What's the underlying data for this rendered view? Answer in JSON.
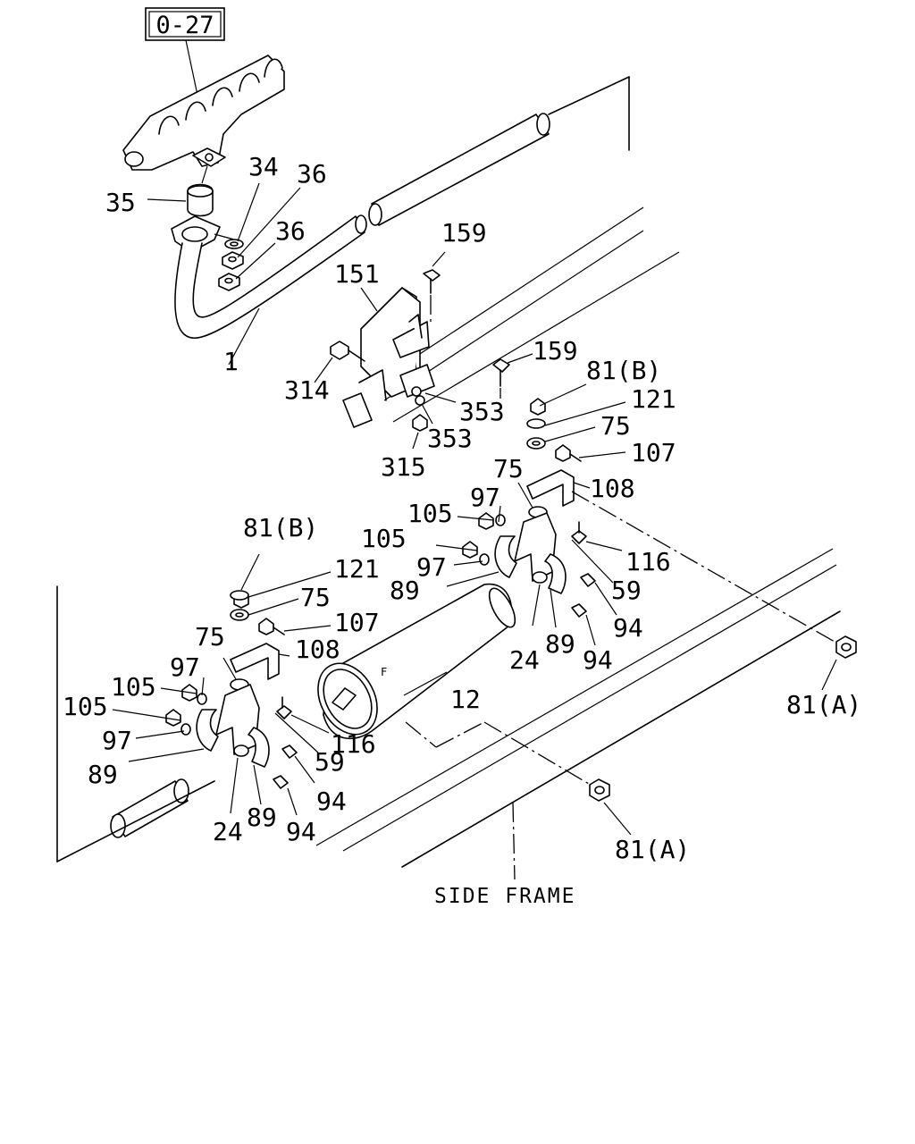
{
  "reference_box": "0-27",
  "side_frame_label": "SIDE FRAME",
  "callouts": {
    "c1": "1",
    "c12": "12",
    "c24a": "24",
    "c24b": "24",
    "c34": "34",
    "c35": "35",
    "c36a": "36",
    "c36b": "36",
    "c59a": "59",
    "c59b": "59",
    "c75a": "75",
    "c75b": "75",
    "c75c": "75",
    "c75d": "75",
    "c81Ba": "81(B)",
    "c81Bb": "81(B)",
    "c81Aa": "81(A)",
    "c81Ab": "81(A)",
    "c89a": "89",
    "c89b": "89",
    "c89c": "89",
    "c89d": "89",
    "c94a": "94",
    "c94b": "94",
    "c94c": "94",
    "c94d": "94",
    "c97a": "97",
    "c97b": "97",
    "c97c": "97",
    "c97d": "97",
    "c105a": "105",
    "c105b": "105",
    "c105c": "105",
    "c105d": "105",
    "c107a": "107",
    "c107b": "107",
    "c108a": "108",
    "c108b": "108",
    "c116a": "116",
    "c116b": "116",
    "c121a": "121",
    "c121b": "121",
    "c151": "151",
    "c159a": "159",
    "c159b": "159",
    "c314": "314",
    "c315": "315",
    "c353a": "353",
    "c353b": "353"
  }
}
